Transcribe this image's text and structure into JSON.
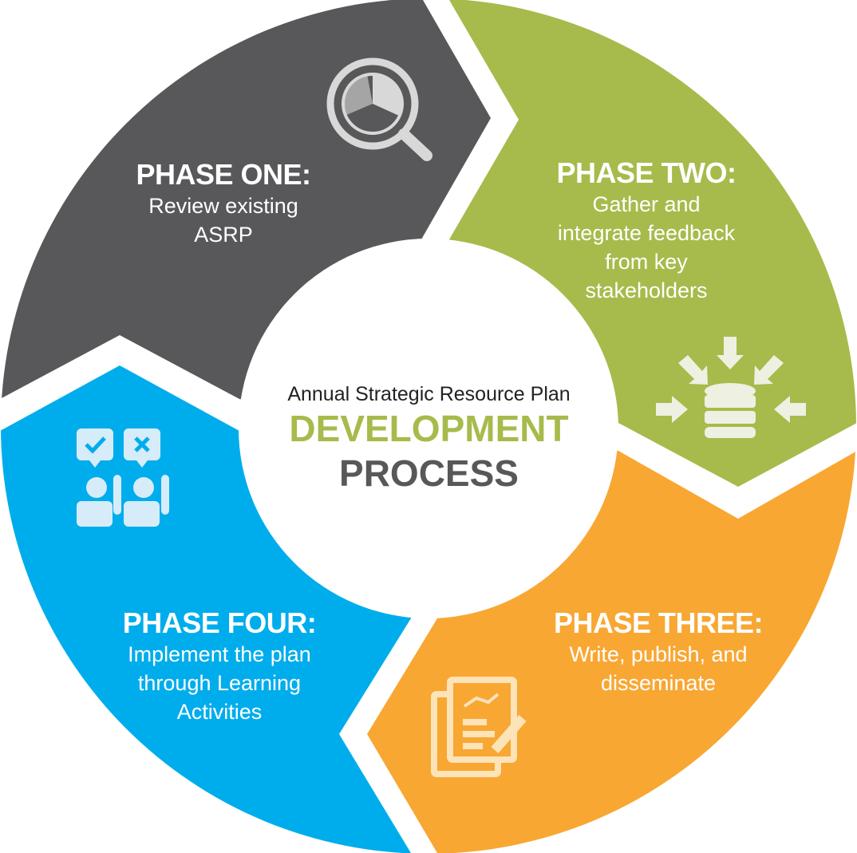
{
  "center": {
    "subtitle": "Annual Strategic Resource Plan",
    "title_line1": "DEVELOPMENT",
    "title_line2": "PROCESS"
  },
  "phases": [
    {
      "title": "PHASE ONE:",
      "lines": [
        "Review existing",
        "ASRP"
      ],
      "icon": "magnifier-pie-chart-icon",
      "color": "#58585a"
    },
    {
      "title": "PHASE TWO:",
      "lines": [
        "Gather and",
        "integrate feedback",
        "from key",
        "stakeholders"
      ],
      "icon": "database-inputs-icon",
      "color": "#a6bb4b"
    },
    {
      "title": "PHASE THREE:",
      "lines": [
        "Write, publish, and",
        "disseminate"
      ],
      "icon": "report-edit-icon",
      "color": "#f8a733"
    },
    {
      "title": "PHASE FOUR:",
      "lines": [
        "Implement the plan",
        "through Learning",
        "Activities"
      ],
      "icon": "voting-people-icon",
      "color": "#00adec"
    }
  ]
}
